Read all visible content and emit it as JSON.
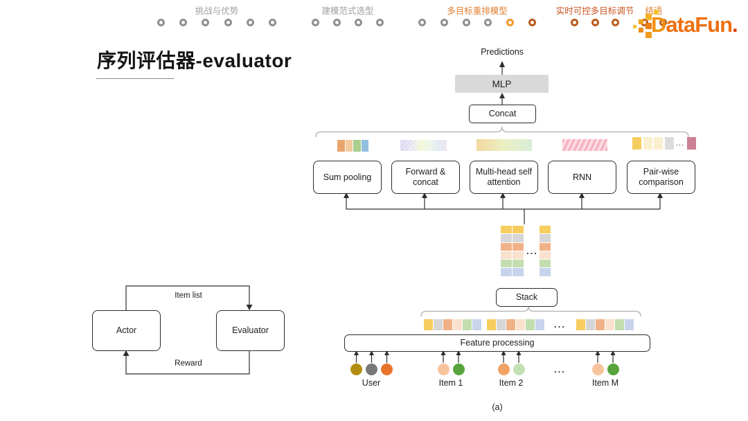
{
  "palette": {
    "nav_gray": "#8f8f8f",
    "nav_amber": "#f09a2e",
    "nav_deep_orange": "#bc5a1b",
    "label_gray": "#a0a0a0",
    "label_orange": "#df7f32",
    "label_red_orange": "#ca5420",
    "logo_orange": "#ed7011",
    "mlp_bg": "#d9d9d9",
    "sq_orange": "#eaa56c",
    "sq_peach": "#f4cba1",
    "sq_green": "#a9ce8e",
    "sq_blue": "#93bfdf",
    "pw_amber": "#f5ce62",
    "pw_pale_yellow": "#faf0cf",
    "pw_gray": "#dcdcdc",
    "pw_rose": "#cc8095",
    "cell_yellow": "#f7cd5f",
    "cell_gray": "#d6d6d6",
    "cell_orange": "#f1b188",
    "cell_peach": "#f9e1ce",
    "cell_green": "#c2ddae",
    "cell_blue": "#c7d4ec",
    "in_olive": "#b28f10",
    "in_gray": "#787878",
    "in_orange": "#e8732a",
    "in_orange_light": "#f0a365",
    "in_peach": "#f7c49e",
    "in_green": "#58a43c",
    "in_light_green": "#c3e0b3"
  },
  "nav": {
    "sections": [
      {
        "label": "挑战与优势",
        "label_color": "label_gray",
        "dots": [
          "nav_gray",
          "nav_gray",
          "nav_gray",
          "nav_gray",
          "nav_gray",
          "nav_gray"
        ]
      },
      {
        "label": "建模范式选型",
        "label_color": "label_gray",
        "dots": [
          "nav_gray",
          "nav_gray",
          "nav_gray",
          "nav_gray"
        ]
      },
      {
        "label": "多目标重排模型",
        "label_color": "label_orange",
        "dots": [
          "nav_gray",
          "nav_gray",
          "nav_gray",
          "nav_gray",
          "nav_amber",
          "nav_deep_orange"
        ]
      },
      {
        "label": "实时可控多目标调节",
        "label_color": "label_red_orange",
        "dots": [
          "nav_deep_orange",
          "nav_deep_orange",
          "nav_deep_orange"
        ]
      },
      {
        "label": "结语",
        "label_color": "label_orange",
        "dots": [
          "nav_deep_orange",
          "nav_deep_orange"
        ]
      }
    ]
  },
  "logo": {
    "d": "D",
    "rest": "ataFun",
    "dot": "."
  },
  "title": {
    "text": "序列评估器-evaluator"
  },
  "actor_loop": {
    "actor": "Actor",
    "evaluator": "Evaluator",
    "item_list": "Item list",
    "reward": "Reward"
  },
  "evaluator_diagram": {
    "predictions": "Predictions",
    "mlp": "MLP",
    "concat": "Concat",
    "encoders": [
      "Sum pooling",
      "Forward & concat",
      "Multi-head self attention",
      "RNN",
      "Pair-wise comparison"
    ],
    "feature_squares": [
      "sq_orange",
      "sq_peach",
      "sq_green",
      "sq_blue"
    ],
    "pairwise_squares_left": [
      "pw_amber",
      "pw_pale_yellow",
      "pw_pale_yellow",
      "pw_gray"
    ],
    "pairwise_square_right": [
      "pw_rose"
    ],
    "stack_column": [
      "cell_yellow",
      "cell_gray",
      "cell_orange",
      "cell_peach",
      "cell_green",
      "cell_blue"
    ],
    "item_row_group": [
      "cell_yellow",
      "cell_gray",
      "cell_orange",
      "cell_peach",
      "cell_green",
      "cell_blue"
    ],
    "stack_label": "Stack",
    "feature_processing": "Feature processing",
    "ellipsis": "...",
    "inputs": [
      {
        "label": "User",
        "dots": [
          "in_olive",
          "in_gray",
          "in_orange"
        ]
      },
      {
        "label": "Item 1",
        "dots": [
          "in_peach",
          "in_green"
        ]
      },
      {
        "label": "Item 2",
        "dots": [
          "in_orange_light",
          "in_light_green"
        ]
      },
      {
        "label": "Item M",
        "dots": [
          "in_peach",
          "in_green"
        ]
      }
    ],
    "caption": "(a)"
  }
}
